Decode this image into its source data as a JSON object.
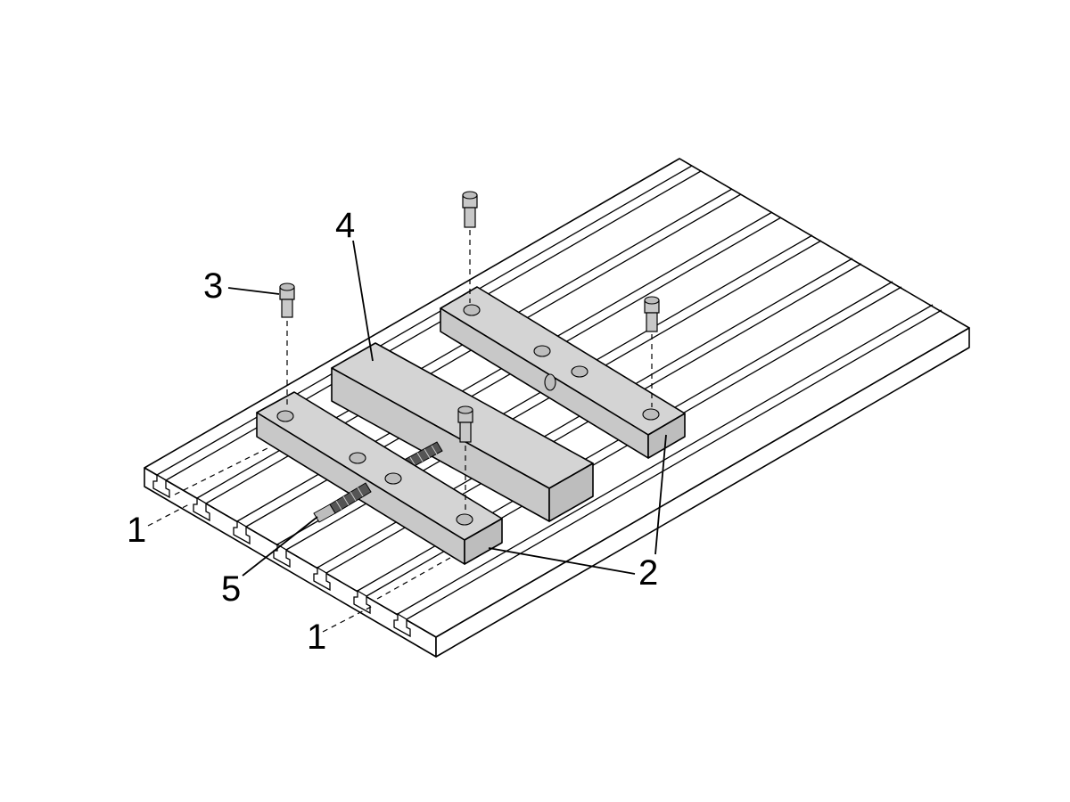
{
  "callouts": {
    "label_1_left": "1",
    "label_1_bottom": "1",
    "label_2": "2",
    "label_3": "3",
    "label_4": "4",
    "label_5": "5"
  },
  "colors": {
    "background": "#ffffff",
    "table": "#ffffff",
    "block_top": "#d4d4d4",
    "block_side": "#bdbdbd",
    "line": "#000000"
  }
}
